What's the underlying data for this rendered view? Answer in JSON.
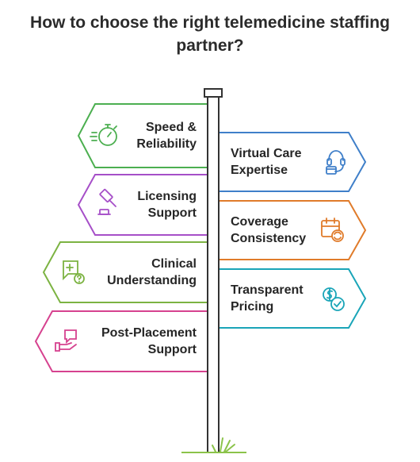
{
  "title": {
    "line1": "How to choose the right telemedicine staffing",
    "line2": "partner?"
  },
  "colors": {
    "green": "#4caf50",
    "purple": "#a64fc8",
    "lime": "#7cb342",
    "pink": "#d6428f",
    "blue": "#3f7fc9",
    "orange": "#e07b2a",
    "teal": "#1aa5b8",
    "post": "#333333"
  },
  "signs": [
    {
      "line1": "Speed &",
      "line2": "Reliability",
      "side": "left",
      "icon": "stopwatch-icon"
    },
    {
      "line1": "Virtual Care",
      "line2": "Expertise",
      "side": "right",
      "icon": "headset-icon"
    },
    {
      "line1": "Licensing",
      "line2": "Support",
      "side": "left",
      "icon": "gavel-icon"
    },
    {
      "line1": "Coverage",
      "line2": "Consistency",
      "side": "right",
      "icon": "calendar-sync-icon"
    },
    {
      "line1": "Clinical",
      "line2": "Understanding",
      "side": "left",
      "icon": "medical-chat-icon"
    },
    {
      "line1": "Transparent",
      "line2": "Pricing",
      "side": "right",
      "icon": "dollar-check-icon"
    },
    {
      "line1": "Post-Placement",
      "line2": "Support",
      "side": "left",
      "icon": "support-hand-icon"
    }
  ]
}
